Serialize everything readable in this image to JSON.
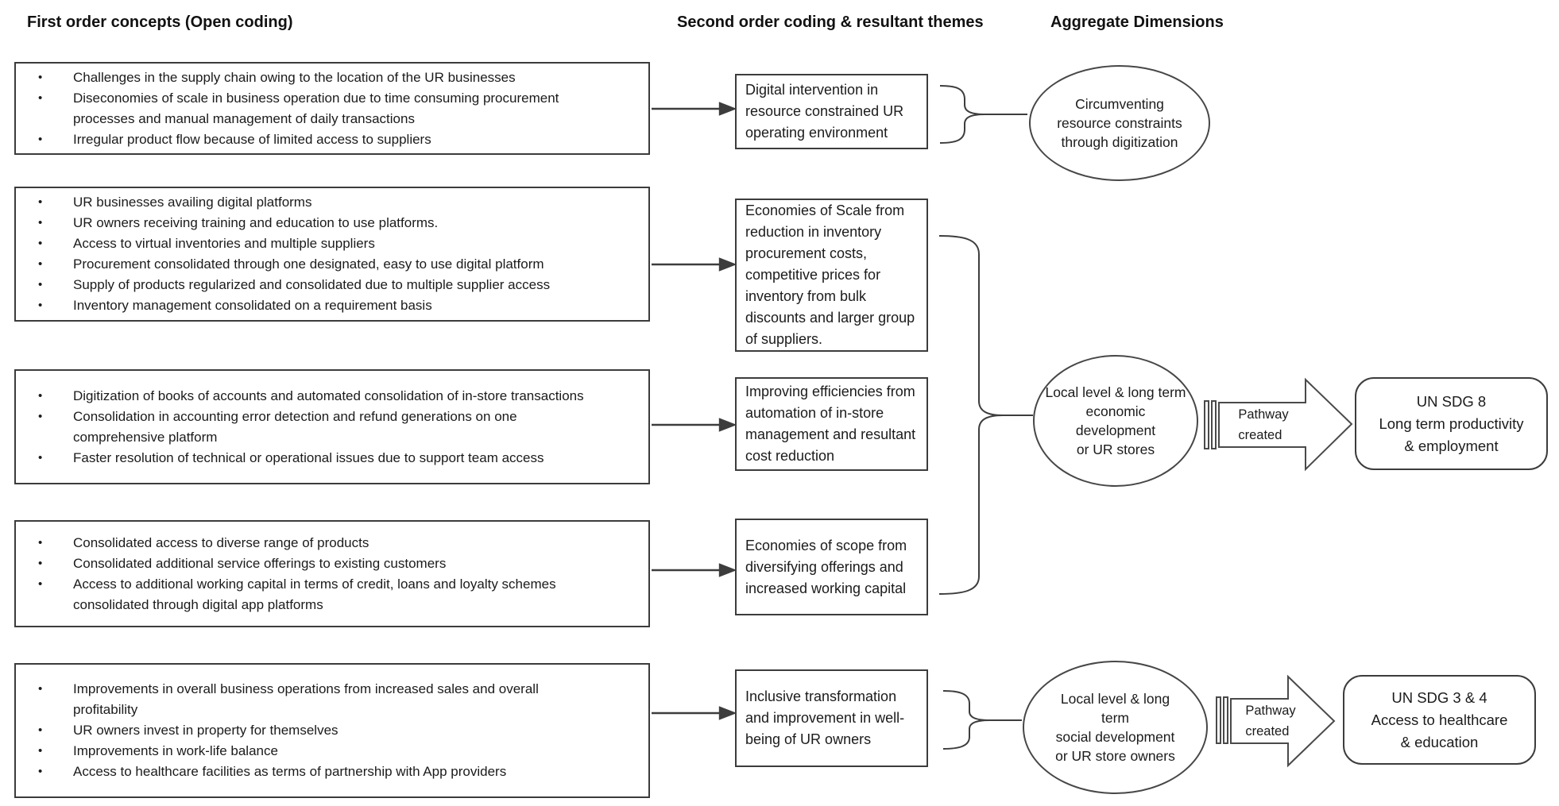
{
  "colors": {
    "line": "#3d3d3d",
    "text": "#1b1b1b",
    "background": "#ffffff"
  },
  "headers": {
    "first_order": "First order concepts (Open coding)",
    "second_order": "Second order coding & resultant themes",
    "aggregate": "Aggregate Dimensions"
  },
  "first_order_boxes": [
    {
      "bullets": [
        "Challenges in the supply chain owing to the location of the UR businesses",
        "Diseconomies of scale in business operation due to time consuming procurement processes and manual management of daily transactions",
        "Irregular product flow because of limited access to suppliers"
      ]
    },
    {
      "bullets": [
        "UR businesses availing digital platforms",
        "UR owners receiving training and education to use platforms.",
        "Access to virtual inventories and multiple suppliers",
        "Procurement consolidated through one designated, easy to use digital platform",
        "Supply of products regularized and consolidated due to multiple supplier access",
        "Inventory management consolidated on a requirement basis"
      ]
    },
    {
      "bullets": [
        "Digitization of books of accounts and automated consolidation of in-store transactions",
        "Consolidation in accounting error detection and refund generations on one comprehensive platform",
        "Faster resolution of technical or operational issues due to support team access"
      ]
    },
    {
      "bullets": [
        "Consolidated access to diverse range of products",
        "Consolidated additional service offerings to existing customers",
        "Access to additional working capital in terms of credit, loans and loyalty schemes consolidated through digital app platforms"
      ]
    },
    {
      "bullets": [
        "Improvements in overall business operations from increased sales and overall profitability",
        "UR owners invest in property for themselves",
        "Improvements in work-life balance",
        "Access to healthcare facilities as terms of partnership with App providers"
      ]
    }
  ],
  "second_order_themes": [
    "Digital intervention in resource constrained UR operating environment",
    "Economies of Scale from reduction in inventory procurement costs, competitive prices for inventory from bulk discounts and larger group of suppliers.",
    "Improving efficiencies from automation of in-store management and resultant cost reduction",
    "Economies of scope from diversifying offerings and increased working capital",
    "Inclusive transformation and improvement in well-being of UR owners"
  ],
  "aggregate_dimensions": [
    {
      "label": "Circumventing\nresource constraints\nthrough digitization"
    },
    {
      "label": "Local level & long term\neconomic\ndevelopment\nor UR stores",
      "pathway_label": "Pathway\ncreated",
      "sdg": "UN SDG 8\nLong term productivity\n& employment"
    },
    {
      "label": "Local level & long\nterm\nsocial development\nor UR store owners",
      "pathway_label": "Pathway\ncreated",
      "sdg": "UN SDG 3 & 4\nAccess to healthcare\n& education"
    }
  ]
}
